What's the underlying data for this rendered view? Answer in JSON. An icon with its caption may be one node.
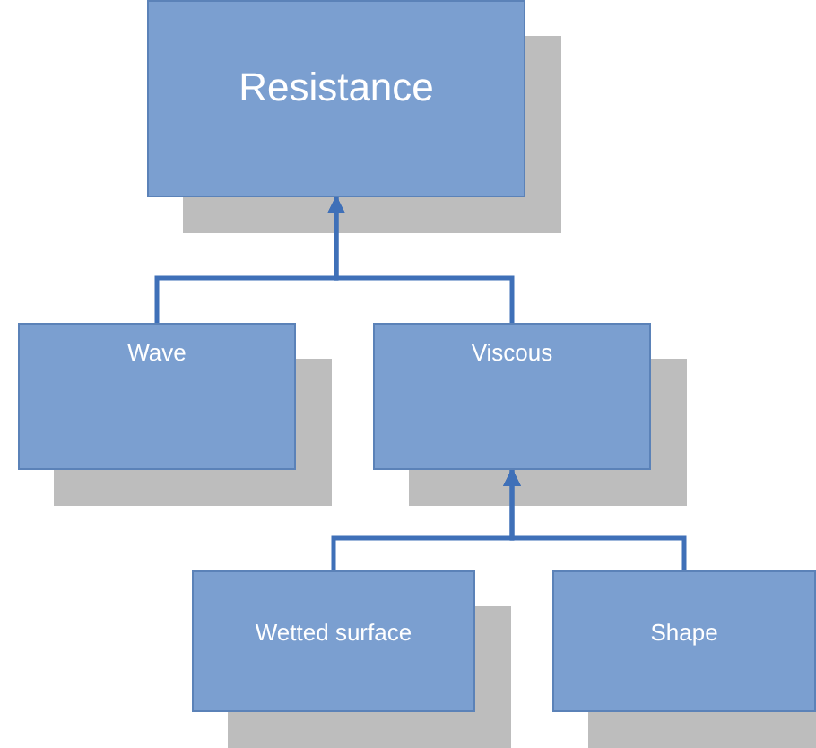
{
  "diagram": {
    "nodes": [
      {
        "text": [
          "Resistance"
        ]
      },
      {
        "text": [
          "Wave"
        ]
      },
      {
        "text": [
          "Viscous"
        ]
      },
      {
        "text": [
          "Wetted surface"
        ]
      },
      {
        "text": [
          "Shape"
        ]
      }
    ],
    "edges": [
      {
        "from": 1,
        "to": 0,
        "arrow": "to"
      },
      {
        "from": 2,
        "to": 0,
        "arrow": "to"
      },
      {
        "from": 3,
        "to": 2,
        "arrow": "to"
      },
      {
        "from": 4,
        "to": 2,
        "arrow": "to"
      }
    ]
  }
}
